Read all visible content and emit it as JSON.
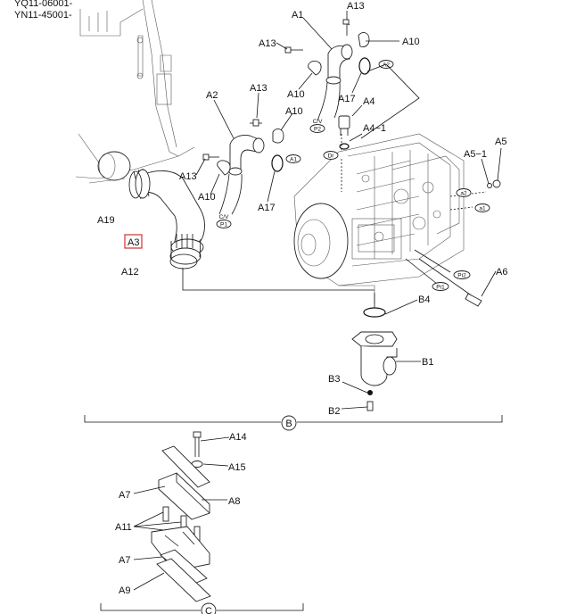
{
  "header": {
    "serial_line_1": "YQ11-06001-",
    "serial_line_2": "YN11-45001-"
  },
  "labels": {
    "A1": "A1",
    "A2": "A2",
    "A3": "A3",
    "A4": "A4",
    "A4_1": "A4−1",
    "A5": "A5",
    "A5_1": "A5−1",
    "A6": "A6",
    "A7": "A7",
    "A8": "A8",
    "A9": "A9",
    "A10": "A10",
    "A11": "A11",
    "A12": "A12",
    "A13": "A13",
    "A14": "A14",
    "A15": "A15",
    "A17": "A17",
    "A19": "A19",
    "B1": "B1",
    "B2": "B2",
    "B3": "B3",
    "B4": "B4"
  },
  "port_tags": {
    "a2": "A2",
    "a1": "A1",
    "dr": "Dr",
    "g2": "a2",
    "g1": "a1",
    "pi2": "Pi2",
    "pi1": "Pi1",
    "cv": "C/V",
    "p2": "P2",
    "p1": "P1"
  },
  "section_markers": {
    "b": "B",
    "c": "C"
  },
  "highlight_color": "#d32f2f"
}
